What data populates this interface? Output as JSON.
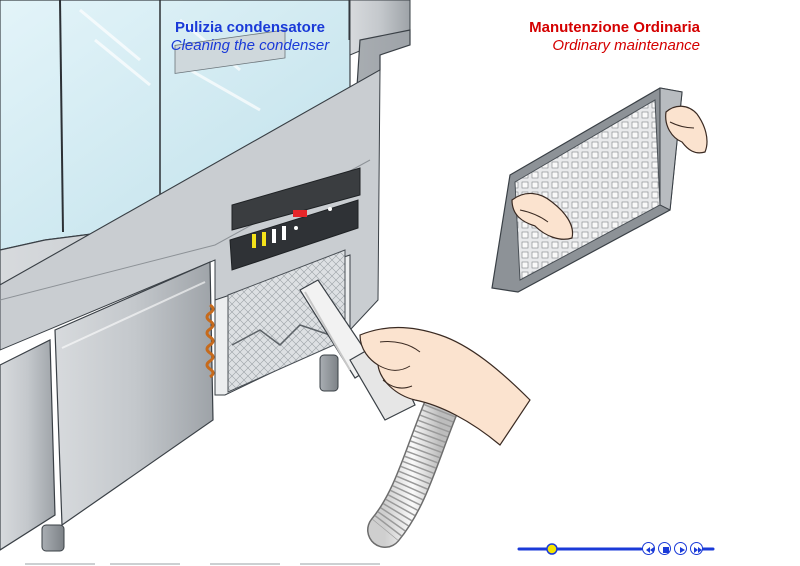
{
  "captions": {
    "condenser": {
      "it": "Pulizia condensatore",
      "en": "Cleaning the condenser"
    },
    "maintenance": {
      "it": "Manutenzione Ordinaria",
      "en": "Ordinary maintenance"
    }
  },
  "colors": {
    "condenser_caption": "#1a3ad8",
    "maintenance_caption": "#d40000",
    "player_track": "#1a3ad8",
    "player_knob": "#f5e400"
  },
  "player": {
    "progress": 0.27,
    "controls": [
      "rewind-icon",
      "stop-icon",
      "play-icon",
      "forward-icon"
    ]
  }
}
